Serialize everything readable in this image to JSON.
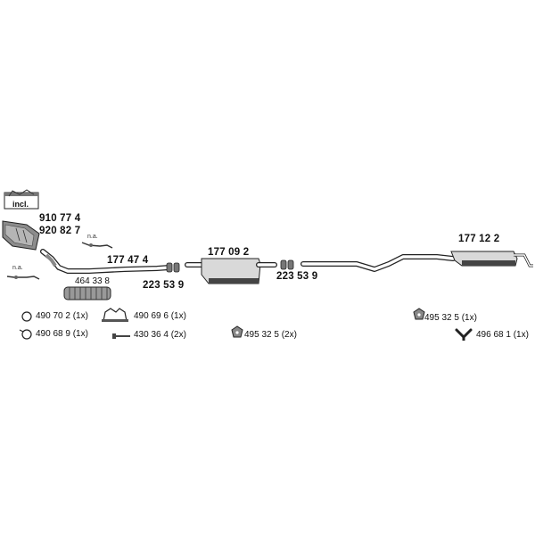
{
  "labels": {
    "incl": "incl.",
    "n_a_upper": "n.a.",
    "n_a_lower": "n.a.",
    "p_910_77_4": "910 77 4",
    "p_920_82_7": "920 82 7",
    "p_177_47_4": "177 47 4",
    "p_464_33_8": "464 33 8",
    "p_223_53_9_a": "223 53 9",
    "p_177_09_2": "177 09 2",
    "p_223_53_9_b": "223 53 9",
    "p_177_12_2": "177 12 2"
  },
  "parts_list": [
    {
      "id": "ring-a",
      "text": "490 70 2 (1x)"
    },
    {
      "id": "clamp-a",
      "text": "490 69 6 (1x)"
    },
    {
      "id": "ring-b",
      "text": "490 68 9 (1x)"
    },
    {
      "id": "bolt",
      "text": "430 36 4 (2x)"
    },
    {
      "id": "rubber-mid",
      "text": "495 32 5 (2x)"
    },
    {
      "id": "rubber-rear",
      "text": "495 32 5 (1x)"
    },
    {
      "id": "hanger-y",
      "text": "496 68 1 (1x)"
    }
  ]
}
